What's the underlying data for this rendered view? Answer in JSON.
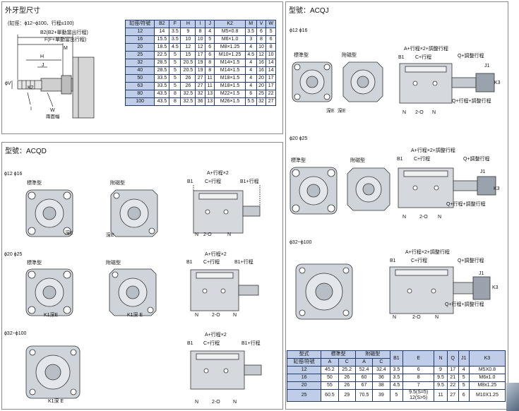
{
  "panels": {
    "male_thread": {
      "title": "外牙型尺寸",
      "note": "(缸徑：ϕ12~ϕ100、行程≤100)",
      "dim_labels": {
        "b2": "B2(B2+單動當出行程)",
        "f": "F(F+單動當出行程)",
        "m": "M",
        "h": "H",
        "j": "J",
        "v": "ϕV",
        "k2": "K2",
        "i": "I",
        "w": "W",
        "w_note": "兩面幅"
      },
      "table": {
        "headers": [
          "缸徑/符號",
          "B2",
          "F",
          "H",
          "I",
          "J",
          "K2",
          "M",
          "V",
          "W"
        ],
        "rows": [
          [
            "12",
            "14",
            "3.5",
            "9",
            "8",
            "4",
            "M5×0.8",
            "3.5",
            "6",
            "5"
          ],
          [
            "16",
            "15.5",
            "3.5",
            "10",
            "10",
            "5",
            "M6×1.0",
            "3",
            "8",
            "6"
          ],
          [
            "20",
            "18.5",
            "4.5",
            "12",
            "12",
            "6",
            "M8×1.25",
            "4",
            "10",
            "8"
          ],
          [
            "25",
            "22.5",
            "5",
            "15",
            "17",
            "6",
            "M10×1.25",
            "4.5",
            "12",
            "10"
          ],
          [
            "32",
            "28.5",
            "5",
            "20.5",
            "19",
            "8",
            "M14×1.5",
            "4",
            "16",
            "14"
          ],
          [
            "40",
            "28.5",
            "5",
            "20.5",
            "19",
            "8",
            "M14×1.5",
            "4",
            "16",
            "14"
          ],
          [
            "50",
            "33.5",
            "5",
            "26",
            "27",
            "11",
            "M18×1.5",
            "4",
            "20",
            "17"
          ],
          [
            "63",
            "33.5",
            "5",
            "26",
            "27",
            "11",
            "M18×1.5",
            "4",
            "20",
            "17"
          ],
          [
            "80",
            "43.5",
            "8",
            "32.5",
            "32",
            "13",
            "M22×1.5",
            "6",
            "25",
            "22"
          ],
          [
            "100",
            "43.5",
            "8",
            "32.5",
            "36",
            "13",
            "M26×1.5",
            "5.5",
            "32",
            "27"
          ]
        ]
      }
    },
    "acqd": {
      "title": "型號：ACQD",
      "sections": [
        {
          "size": "ϕ12  ϕ16",
          "std": "標準型",
          "mag": "附磁型",
          "depth_std": "深E",
          "depth_mag": "深E"
        },
        {
          "size": "ϕ20  ϕ25",
          "std": "標準型",
          "mag": "附磁型",
          "depth_std": "K1深E",
          "depth_mag": "K1深 E"
        },
        {
          "size": "ϕ32~ϕ100",
          "depth_std": "K1深 E"
        }
      ],
      "dims": {
        "a": "A+行程×2",
        "c": "C+行程",
        "b1": "B1",
        "b1s": "B1+行程",
        "n": "N",
        "o": "2-O"
      }
    },
    "acqj": {
      "title": "型號：ACQJ",
      "sections": [
        {
          "size": "ϕ12  ϕ16",
          "std": "標準型",
          "mag": "附磁型",
          "depth_std": "深E",
          "depth_mag": "深E"
        },
        {
          "size": "ϕ20  ϕ25",
          "std": "標準型",
          "mag": "附磁型"
        },
        {
          "size": "ϕ32~ϕ100"
        }
      ],
      "dims": {
        "a": "A+行程×2+調整行程",
        "c": "C+行程",
        "b1": "B1",
        "q": "Q+調整行程",
        "qs": "Q+行程+調整行程",
        "j1": "J1",
        "k3": "K3",
        "n": "N",
        "o": "2-O"
      },
      "table": {
        "h_type": "型式",
        "h_std": "標準型",
        "h_mag": "附磁型",
        "h_bore": "缸徑/符號",
        "h_a": "A",
        "h_c": "C",
        "h_b1": "B1",
        "h_e": "E",
        "h_n": "N",
        "h_q": "Q",
        "h_j1": "J1",
        "h_k3": "K3",
        "rows": [
          [
            "12",
            "45.2",
            "25.2",
            "52.4",
            "32.4",
            "3.5",
            "6",
            "9",
            "17",
            "4",
            "M5X0.8"
          ],
          [
            "16",
            "50",
            "26",
            "60",
            "36",
            "3.5",
            "8",
            "9.5",
            "21",
            "5",
            "M6x1.0"
          ],
          [
            "20",
            "55",
            "26",
            "67",
            "38",
            "4.5",
            "7",
            "9.5",
            "22",
            "5",
            "M8x1.25"
          ],
          [
            "25",
            "60.5",
            "29",
            "70.5",
            "39",
            "5",
            "9.5(S=5)",
            "11",
            "27",
            "6",
            "M10X1.25"
          ]
        ],
        "row25_e2": "12(S>5)"
      }
    }
  }
}
